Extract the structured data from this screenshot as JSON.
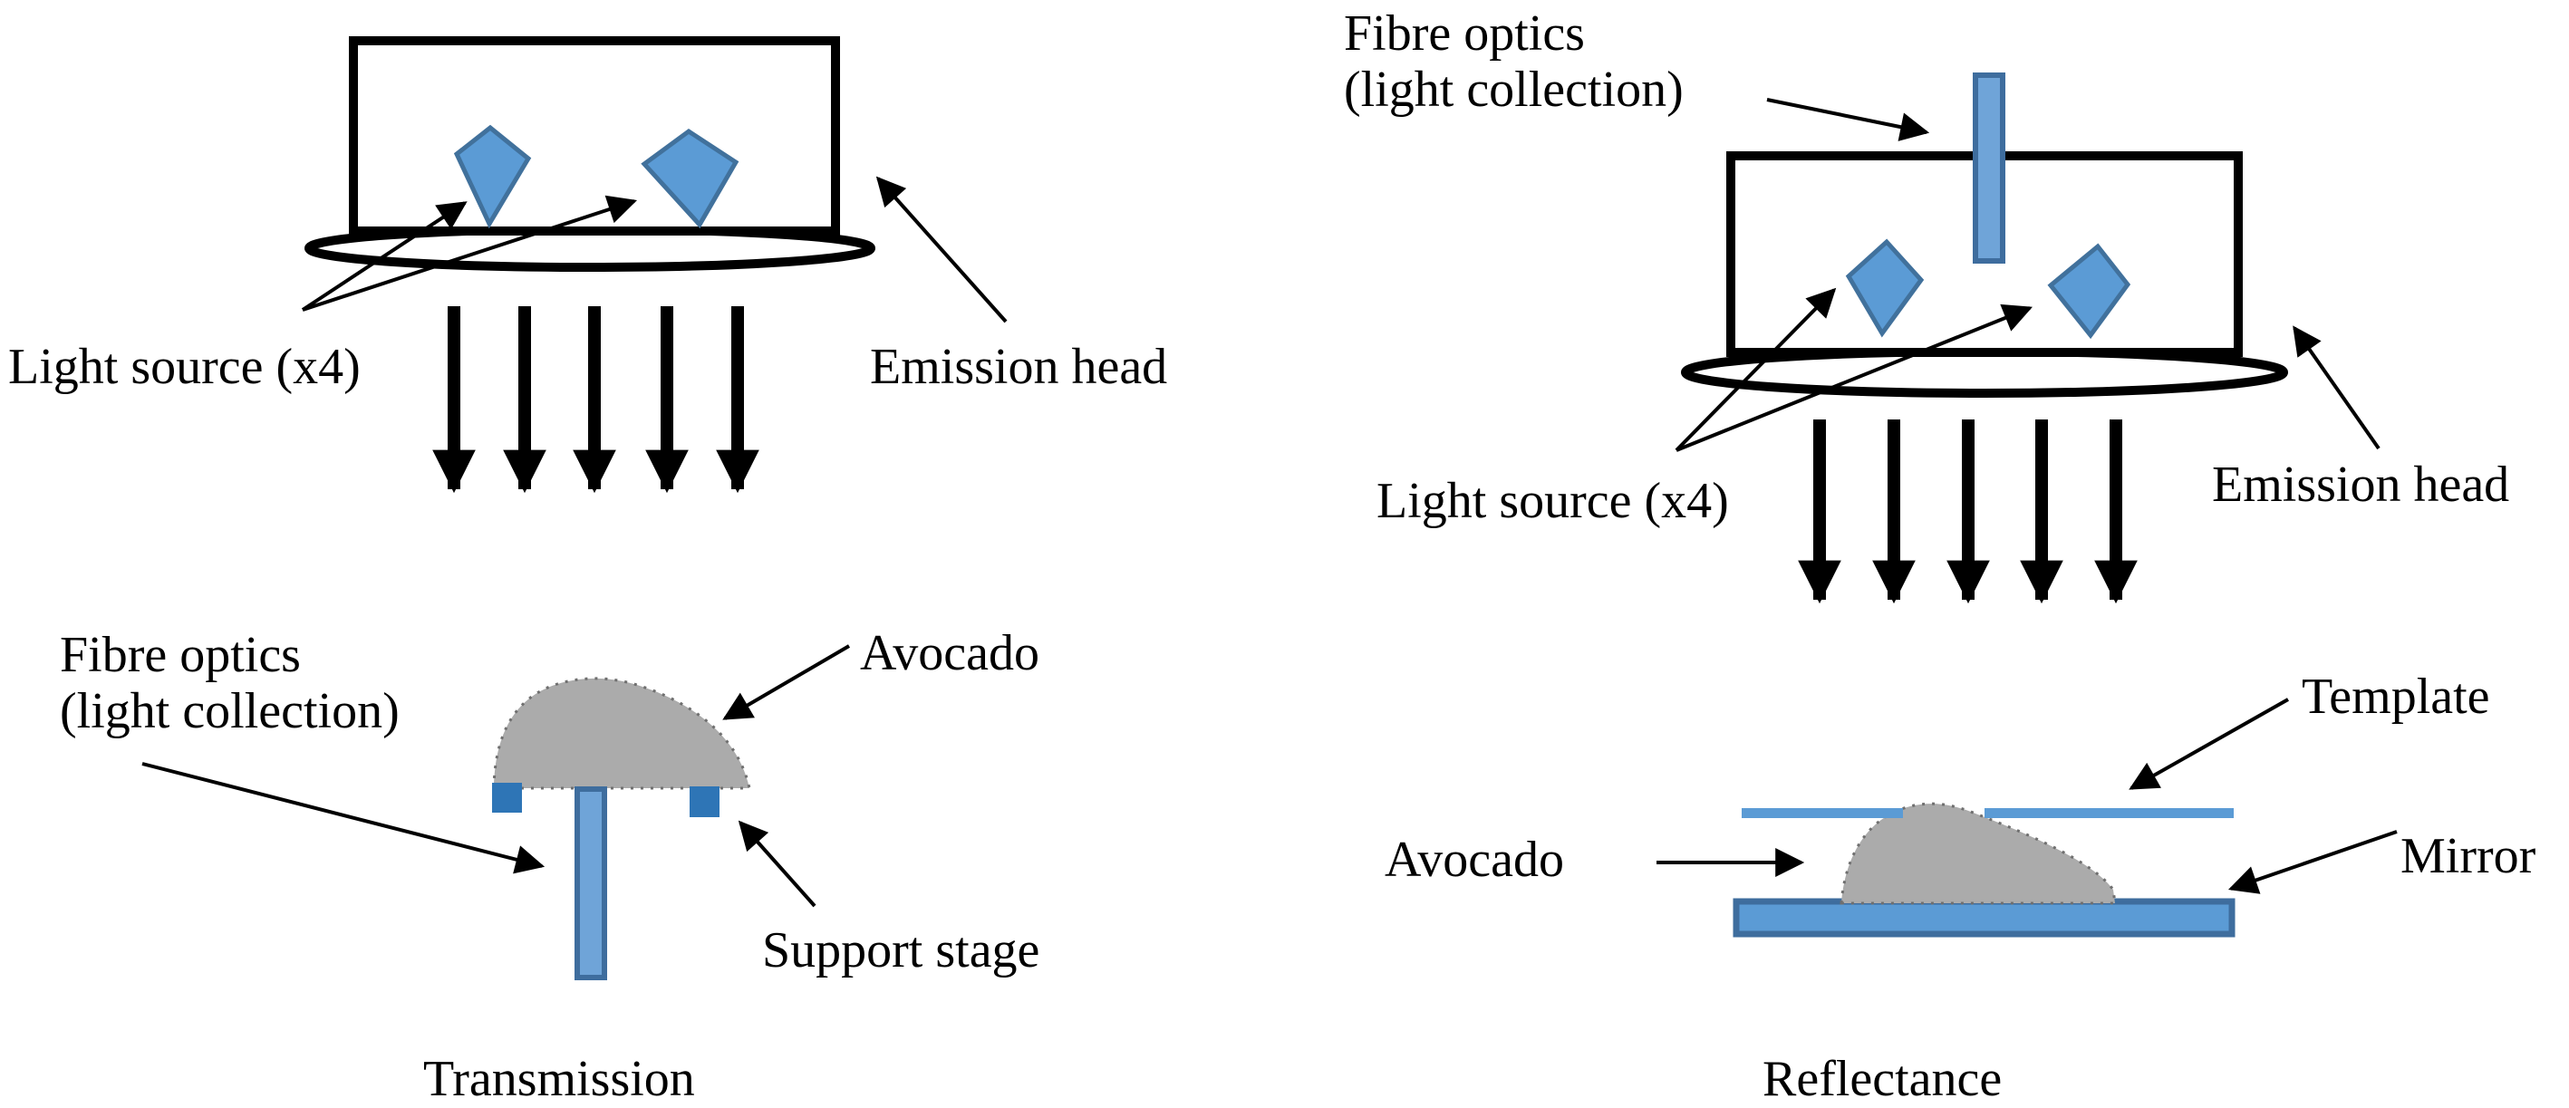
{
  "figure": {
    "type": "apparatus-diagram",
    "panels": [
      "Transmission",
      "Reflectance"
    ]
  },
  "transmission": {
    "title": "Transmission",
    "light_source": "Light source (x4)",
    "emission_head": "Emission head",
    "fibre_optics_line1": "Fibre optics",
    "fibre_optics_line2": "(light collection)",
    "avocado": "Avocado",
    "support_stage": "Support stage"
  },
  "reflectance": {
    "title": "Reflectance",
    "fibre_optics_line1": "Fibre optics",
    "fibre_optics_line2": "(light collection)",
    "light_source": "Light source (x4)",
    "emission_head": "Emission head",
    "template": "Template",
    "avocado": "Avocado",
    "mirror": "Mirror"
  },
  "colors": {
    "shape_blue_fill": "#5b9bd5",
    "shape_blue_border": "#3e6d9e",
    "kite_border": "#41719c",
    "bar_blue_fill": "#6fa4d8",
    "solid_blue": "#2e75b6",
    "avocado_gray": "#ababab",
    "outline_black": "#000000",
    "background": "#ffffff"
  }
}
